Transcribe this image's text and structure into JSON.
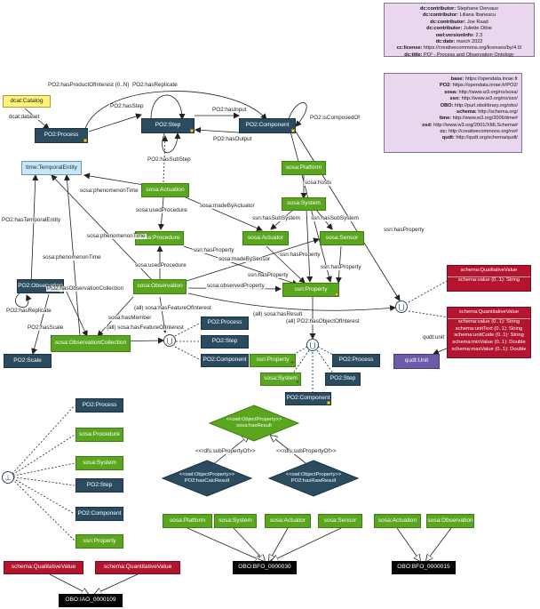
{
  "nodes": {
    "dcat_catalog": "dcat:Catalog",
    "po2_process": "PO2:Process",
    "po2_step": "PO2:Step",
    "po2_component": "PO2:Component",
    "time_temporal_entity": "time:TemporalEntity",
    "sosa_platform": "sosa:Platform",
    "sosa_actuation": "sosa:Actuation",
    "sosa_system": "sosa:System",
    "sosa_procedure": "sosa:Procedure",
    "sosa_actuator": "sosa:Actuator",
    "sosa_sensor": "sosa:Sensor",
    "po2_observation": "PO2:Observation",
    "sosa_observation": "sosa:Observation",
    "ssn_property": "ssn:Property",
    "sosa_observation_collection": "sosa:ObservationCollection",
    "po2_scale": "PO2:Scale",
    "union1_process": "PO2:Process",
    "union1_step": "PO2:Step",
    "union1_component": "PO2:Component",
    "union2_property": "ssn:Property",
    "union2_process": "PO2:Process",
    "union2_system": "sosa:System",
    "union2_step": "PO2:Step",
    "union2_component": "PO2:Component",
    "qudt_unit": "qudt:Unit",
    "disj_process": "PO2:Process",
    "disj_procedure": "sosa:Procedure",
    "disj_system": "sosa:System",
    "disj_step": "PO2:Step",
    "disj_component": "PO2:Component",
    "disj_property": "ssn:Property",
    "bfo30_platform": "sosa:Platform",
    "bfo30_system": "sosa:System",
    "bfo30_actuator": "sosa:Actuator",
    "bfo30_sensor": "sosa:Sensor",
    "bfo15_actuation": "sosa:Actuation",
    "bfo15_observation": "sosa:Observation",
    "obo_bfo30": "OBO:BFO_0000030",
    "obo_bfo15": "OBO:BFO_0000015",
    "iao_qual": "schema:QualitativeValue",
    "iao_quant": "schema:QuantitativeValue",
    "obo_iao": "OBO:IAO_0000109"
  },
  "qualitative_value": {
    "title": "schema:QualitativeValue",
    "rows": [
      "schema:value (0..1): String"
    ]
  },
  "quantitative_value": {
    "title": "schema:QuantitativeValue",
    "rows": [
      "schema:value (0..1): String",
      "schema:unitText (0..1): String",
      "schema:unitCode (0..1): String",
      "schema:minValue (0..1): Double",
      "schema:maxValue (0..1): Double"
    ]
  },
  "metadata_note": [
    {
      "k": "dc:contributor:",
      "v": " Stephane Dervaux"
    },
    {
      "k": "dc:contributor:",
      "v": " Liliana Ibanescu"
    },
    {
      "k": "dc:contributor:",
      "v": " Joe Raad"
    },
    {
      "k": "dc:contributor:",
      "v": " Juliette Dibie"
    },
    {
      "k": "owl:versionInfo:",
      "v": " 2.3"
    },
    {
      "k": "dc:date:",
      "v": " march 2022"
    },
    {
      "k": "cc:license:",
      "v": " https://creativecommons.org/licenses/by/4.0/"
    },
    {
      "k": "dc:title:",
      "v": " PO² - Process and Observation Ontology"
    }
  ],
  "namespace_note": [
    {
      "k": "base:",
      "v": " https://opendata.inrae.fr"
    },
    {
      "k": "PO2:",
      "v": " https://opendata.inrae.fr/PO2/"
    },
    {
      "k": "sosa:",
      "v": " http://www.w3.org/ns/sosa/"
    },
    {
      "k": "ssn:",
      "v": " http://www.w3.org/ns/ssn/"
    },
    {
      "k": "OBO:",
      "v": " http://purl.obolibrary.org/obo/"
    },
    {
      "k": "schema:",
      "v": " http://schema.org/"
    },
    {
      "k": "time:",
      "v": " http://www.w3.org/2006/time#"
    },
    {
      "k": "xsd:",
      "v": " http://www.w3.org/2001/XMLSchema#"
    },
    {
      "k": "cc:",
      "v": " http://creativecommons.org/ns#"
    },
    {
      "k": "qudt:",
      "v": " http://qudt.org/schema/qudt/"
    }
  ],
  "edge_labels": {
    "hasProductOfInterest": "PO2:hasProductOfInterest (0..N)",
    "hasReplicate": "PO2:hasReplicate",
    "hasStep": "PO2:hasStep",
    "hasInput": "PO2:hasInput",
    "isComposedOf": "PO2:isComposedOf",
    "hasOutput": "PO2:hasOutput",
    "hasSubStep": "PO2:hasSubStep",
    "dcatDataset": "dcat:dataset",
    "phenomenonTime1": "sosa:phenomenonTime",
    "hosts": "sosa:hosts",
    "usedProcedure1": "sosa:usedProcedure",
    "madeByActuator": "sosa:madeByActuator",
    "hasTemporalEntity": "PO2:hasTemporalEntity",
    "ssnHasSubSystem1": "ssn:hasSubSystem",
    "ssnHasSubSystem2": "ssn:hasSubSystem",
    "ssnHasProperty1": "ssn:hasProperty",
    "phenomenonTime2": "sosa:phenomenonTime",
    "ssnHasProperty2": "ssn:hasProperty",
    "madeBySensor": "sosa:madeBySensor",
    "phenomenonTime3": "sosa:phenomenonTime",
    "ssnHasProperty3": "ssn:hasProperty",
    "ssnHasProperty4": "ssn:hasProperty",
    "usedProcedure2": "sosa:usedProcedure",
    "observedProperty": "sosa:observedProperty",
    "hasObservationCollection": "PO2:hasObservationCollection",
    "ssnHasPropertyRight": "ssn:hasProperty",
    "hasReplicate2": "PO2:hasReplicate",
    "hasFeatureOfInterestAll": "(all) sosa:hasFeatureOfInterest",
    "hasMember": "sosa:hasMember",
    "hasFeatureOfInterest": "(all) sosa:hasFeatureOfInterest",
    "hasResultAll": "(all) sosa:hasResult",
    "hasScale": "PO2:hasScale",
    "hasObjectOfInterest": "(all) PO2:hasObjectOfInterest",
    "qudtUnit": "qudt:unit",
    "subPropertyOf1": "<<rdfs:subPropertyOf>>",
    "subPropertyOf2": "<<rdfs:subPropertyOf>>"
  },
  "properties": {
    "hasResult": [
      "<<owl:ObjectProperty>>",
      "sosa:hasResult"
    ],
    "hasCalcResult": [
      "<<owl:ObjectProperty>>",
      "PO2:hasCalcResult"
    ],
    "hasRawResult": [
      "<<owl:ObjectProperty>>",
      "PO2:hasRawResult"
    ]
  },
  "symbols": {
    "union": "⋃",
    "disjoint": "⊥"
  },
  "colors": {
    "po2": "#2b4b5f",
    "sosa": "#5aa61f",
    "time": "#c8e7f5",
    "dcat": "#fff27a",
    "schema": "#b3142e",
    "qudt": "#6d5aa9",
    "obo": "#050505",
    "note": "#e9d7ee"
  }
}
